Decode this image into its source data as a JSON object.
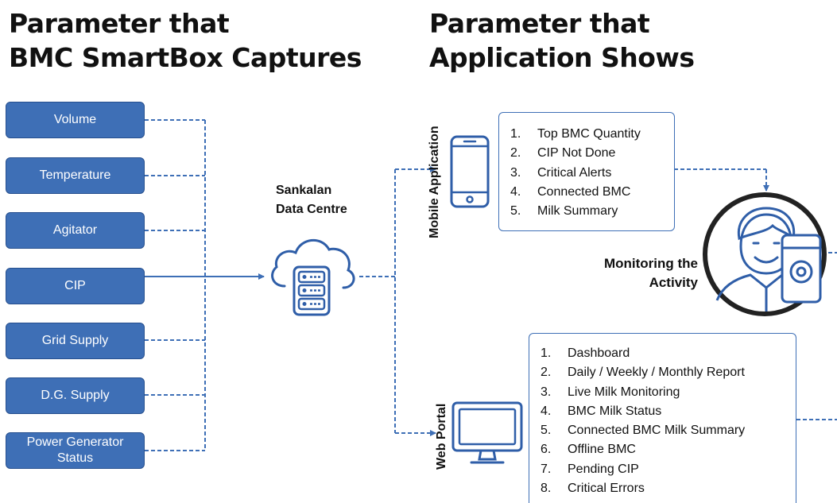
{
  "headings": {
    "left": [
      "Parameter that",
      "BMC SmartBox Captures"
    ],
    "right": [
      "Parameter that",
      "Application Shows"
    ]
  },
  "parameters": [
    "Volume",
    "Temperature",
    "Agitator",
    "CIP",
    "Grid Supply",
    "D.G. Supply",
    "Power Generator Status"
  ],
  "data_centre": [
    "Sankalan",
    "Data Centre"
  ],
  "mobile": {
    "label": "Mobile Application",
    "items": [
      "Top BMC Quantity",
      "CIP Not Done",
      "Critical Alerts",
      "Connected BMC",
      "Milk Summary"
    ]
  },
  "web": {
    "label": "Web Portal",
    "items": [
      "Dashboard",
      "Daily / Weekly / Monthly Report",
      "Live Milk Monitoring",
      "BMC Milk Status",
      "Connected BMC Milk Summary",
      "Offline BMC",
      "Pending CIP",
      "Critical Errors"
    ]
  },
  "monitoring": [
    "Monitoring the",
    "Activity"
  ],
  "colors": {
    "box_fill": "#3e6fb6",
    "line": "#3e6fb6",
    "text": "#111111"
  },
  "icons": [
    "cloud-server-icon",
    "smartphone-icon",
    "desktop-monitor-icon",
    "operator-avatar-icon"
  ]
}
